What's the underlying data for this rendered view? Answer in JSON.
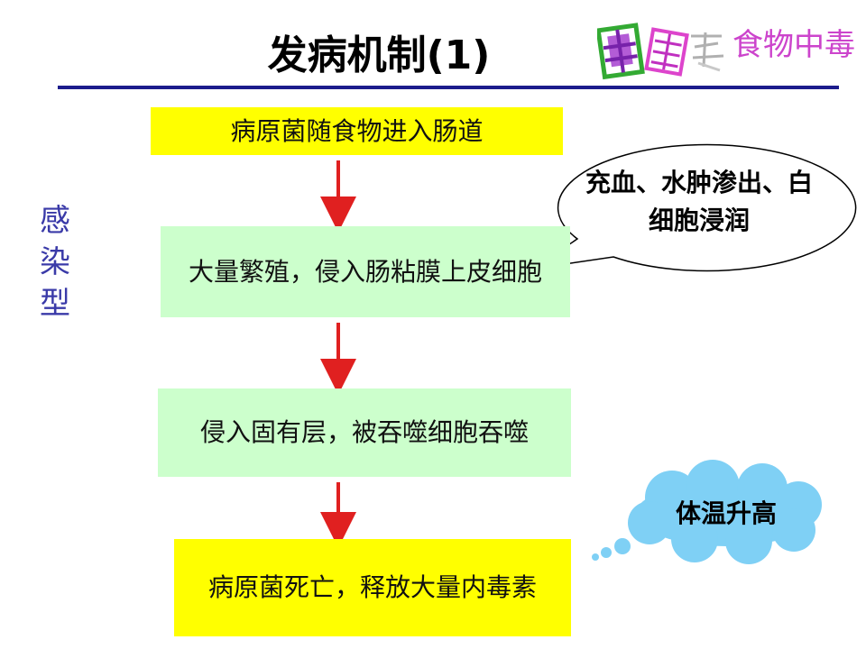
{
  "header": {
    "title": "发病机制(1)",
    "corner_text": "食物中毒",
    "stamp_icon": "stamp-logo"
  },
  "sidebar": {
    "label": "感染型"
  },
  "flow": {
    "steps": [
      {
        "text": "病原菌随食物进入肠道",
        "fill": "#ffff00"
      },
      {
        "text": "大量繁殖，侵入肠粘膜上皮细胞",
        "fill": "#ccffcc"
      },
      {
        "text": "侵入固有层，被吞噬细胞吞噬",
        "fill": "#ccffcc"
      },
      {
        "text": "病原菌死亡，释放大量内毒素",
        "fill": "#ffff00"
      }
    ],
    "arrow_color": "#e02020",
    "arrow_icon": "down-arrow-icon"
  },
  "callout": {
    "text": "充血、水肿渗出、白细胞浸润",
    "shape": "speech-bubble"
  },
  "cloud": {
    "text": "体温升高",
    "fill": "#7fd0f5",
    "shape": "thought-cloud"
  },
  "colors": {
    "rule": "#1c1c8c",
    "side_label": "#3a3aa8"
  }
}
